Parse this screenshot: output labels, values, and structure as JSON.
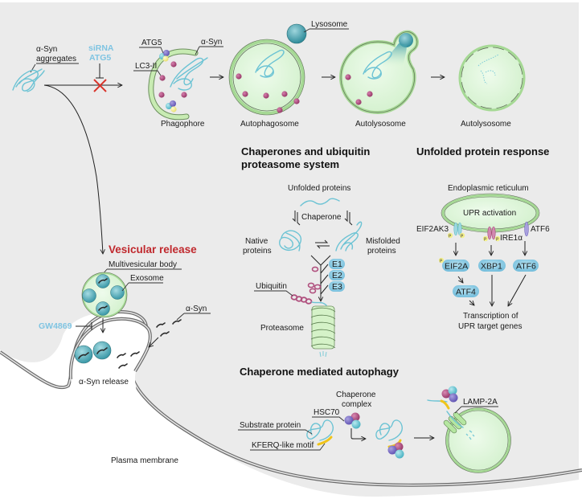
{
  "colors": {
    "background_cell": "#ebebeb",
    "membrane": "#555555",
    "vesicle_fill": "#d9f5d5",
    "vesicle_ring": "#a8dc98",
    "lysosome": "#3a9aa8",
    "ubiquitin": "#b0507e",
    "pill": "#7cc3e0",
    "inhibitor_text": "#7fc4e2",
    "highlight_red": "#c0282d",
    "phospho": "#f3ef8a",
    "kferq": "#f0c419"
  },
  "macroautophagy": {
    "aggregates_label": [
      "α-Syn",
      "aggregates"
    ],
    "inhibitor_label": [
      "siRNA",
      "ATG5"
    ],
    "atg5_label": "ATG5",
    "lc3_label": "LC3-II",
    "asyn_label": "α-Syn",
    "lysosome_label": "Lysosome",
    "stages": [
      "Phagophore",
      "Autophagosome",
      "Autolysosome",
      "Autolysosome"
    ]
  },
  "vesicular": {
    "title": "Vesicular release",
    "mvb_label": "Multivesicular body",
    "exosome_label": "Exosome",
    "inhibitor_label": "GW4869",
    "asyn_label": "α-Syn",
    "release_label": "α-Syn release",
    "plasma_membrane_label": "Plasma membrane"
  },
  "ups": {
    "title": [
      "Chaperones and ubiquitin",
      "proteasome system"
    ],
    "unfolded_label": "Unfolded proteins",
    "chaperone_label": "Chaperone",
    "native_label": [
      "Native",
      "proteins"
    ],
    "misfolded_label": [
      "Misfolded",
      "proteins"
    ],
    "enzymes": [
      "E1",
      "E2",
      "E3"
    ],
    "ubiquitin_label": "Ubiquitin",
    "proteasome_label": "Proteasome"
  },
  "upr": {
    "title": "Unfolded protein response",
    "er_label": "Endoplasmic reticulum",
    "activation_label": "UPR activation",
    "sensors": [
      "EIF2AK3",
      "IRE1α",
      "ATF6"
    ],
    "effectors": [
      "EIF2A",
      "XBP1",
      "ATF6"
    ],
    "downstream": "ATF4",
    "phospho": "P",
    "outcome": [
      "Transcription of",
      "UPR target genes"
    ]
  },
  "cma": {
    "title": "Chaperone mediated autophagy",
    "complex_label": [
      "Chaperone",
      "complex"
    ],
    "hsc70_label": "HSC70",
    "substrate_label": "Substrate protein",
    "motif_label": "KFERQ-like motif",
    "lamp_label": "LAMP-2A"
  }
}
